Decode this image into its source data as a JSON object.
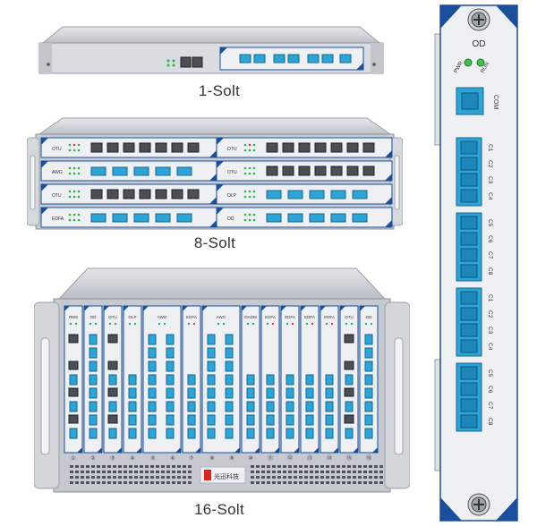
{
  "captions": {
    "one_slot": "1-Solt",
    "eight_slot": "8-Solt",
    "sixteen_slot": "16-Solt"
  },
  "od_card": {
    "title": "OD",
    "led_pwr": "PWR",
    "led_run": "RUN",
    "com_label": "COM",
    "port_groups": [
      [
        "C1",
        "C2",
        "C3",
        "C4"
      ],
      [
        "C5",
        "C6",
        "C7",
        "C8"
      ],
      [
        "C1",
        "C2",
        "C3",
        "C4"
      ],
      [
        "C5",
        "C6",
        "C7",
        "C8"
      ]
    ]
  },
  "chassis16": {
    "card_labels": [
      "RMS",
      "OD",
      "OTU",
      "OLP",
      "AWG",
      "EDFA",
      "AWG",
      "OADM",
      "EDFA",
      "EDFA",
      "EDFA",
      "EDFA",
      "OTU",
      "OD"
    ],
    "slot_numbers": [
      "①",
      "②",
      "③",
      "④",
      "⑤",
      "⑥",
      "⑦",
      "⑧",
      "⑨",
      "⑩",
      "⑪",
      "⑫",
      "⑬",
      "⑭",
      "⑮",
      "⑯"
    ],
    "brand": "光迅科技"
  },
  "chassis8": {
    "card_labels": [
      "OTU",
      "OTU",
      "AWG",
      "OTU",
      "OTU",
      "OLP",
      "EDFA",
      "OD"
    ]
  },
  "colors": {
    "accent_blue": "#1b4f9c",
    "port_blue": "#2ea3d6",
    "chassis_gray": "#c9ccd1",
    "panel_light": "#eef0f3"
  }
}
